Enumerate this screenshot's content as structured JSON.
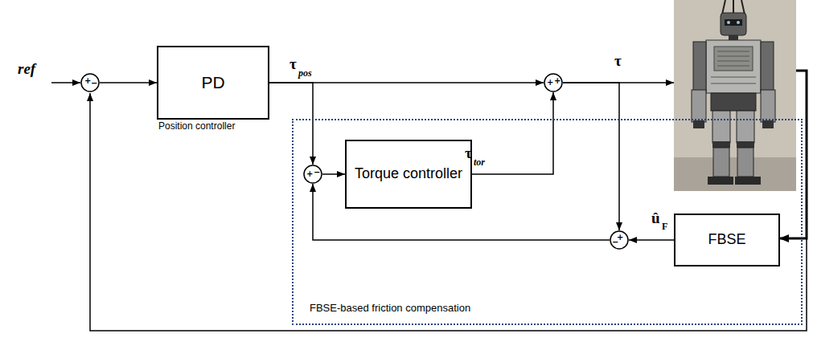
{
  "diagram": {
    "nodes": [
      {
        "text": [
          "+",
          "−"
        ]
      },
      {
        "text": [
          "PD"
        ]
      },
      {
        "text": [
          "+",
          "+"
        ]
      },
      {
        "text": [
          "FBSE-based friction compensation"
        ]
      },
      {
        "text": [
          "+",
          "−"
        ],
        "in": 3
      },
      {
        "text": [
          "Torque controller"
        ],
        "in": 3
      },
      {
        "text": [
          "+",
          "−"
        ],
        "in": 3
      },
      {
        "text": [
          "FBSE"
        ],
        "in": 3
      }
    ],
    "edges": [
      {
        "from": 0,
        "to": 1,
        "arrow": "to"
      },
      {
        "from": 1,
        "to": 2,
        "arrow": "to"
      },
      {
        "from": 1,
        "to": 4,
        "arrow": "to"
      },
      {
        "from": 4,
        "to": 5,
        "arrow": "to"
      },
      {
        "from": 5,
        "to": 2,
        "arrow": "to"
      },
      {
        "from": 2,
        "to": 6,
        "arrow": "to"
      },
      {
        "from": 7,
        "to": 6,
        "arrow": "to"
      },
      {
        "from": 6,
        "to": 4,
        "arrow": "to"
      }
    ],
    "labels": [
      "ref",
      "τ",
      "pos",
      "τ",
      "τ",
      "tor",
      "û",
      "F",
      "Position controller"
    ]
  }
}
